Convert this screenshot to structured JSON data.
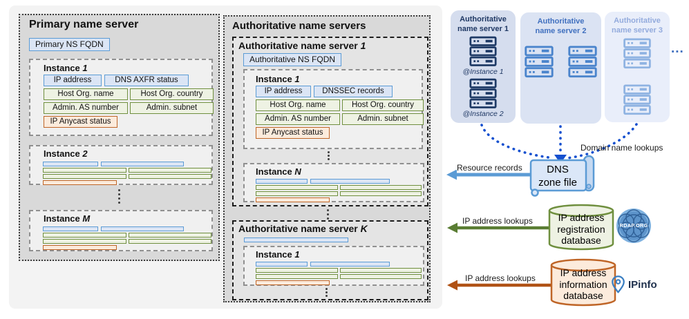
{
  "primary": {
    "title": "Primary name server",
    "fqdn": "Primary NS FQDN",
    "inst1": {
      "label": "Instance",
      "num": "1",
      "fields": {
        "ip": "IP address",
        "axfr": "DNS AXFR status",
        "host_name": "Host Org. name",
        "host_country": "Host Org. country",
        "as_number": "Admin. AS number",
        "subnet": "Admin. subnet",
        "anycast": "IP Anycast status"
      }
    },
    "inst2": {
      "label": "Instance",
      "num": "2"
    },
    "instM": {
      "label": "Instance",
      "num": "M"
    }
  },
  "auth": {
    "title": "Authoritative name servers",
    "ans1": {
      "title_label": "Authoritative name server",
      "num": "1",
      "fqdn": "Authoritative NS FQDN",
      "inst1": {
        "label": "Instance",
        "num": "1",
        "fields": {
          "ip": "IP address",
          "dnssec": "DNSSEC records",
          "host_name": "Host Org. name",
          "host_country": "Host Org. country",
          "as_number": "Admin. AS number",
          "subnet": "Admin. subnet",
          "anycast": "IP Anycast status"
        }
      },
      "instN": {
        "label": "Instance",
        "num": "N"
      }
    },
    "ansK": {
      "title_label": "Authoritative name server",
      "num": "K",
      "inst1": {
        "label": "Instance",
        "num": "1"
      }
    }
  },
  "cloud_servers": [
    {
      "line1": "Authoritative",
      "line2": "name server 1",
      "inst1": "@Instance 1",
      "inst2": "@Instance 2"
    },
    {
      "line1": "Authoritative",
      "line2": "name server 2"
    },
    {
      "line1": "Authoritative",
      "line2": "name server 3"
    }
  ],
  "more": "...",
  "flows": {
    "domain_lookups": "Domain name lookups",
    "resource_records": "Resource records",
    "ip_lookups_rdap": "IP address lookups",
    "ip_lookups_ipinfo": "IP address lookups"
  },
  "zone_file": {
    "line1": "DNS",
    "line2": "zone file"
  },
  "registration_db": {
    "line1": "IP address",
    "line2": "registration",
    "line3": "database"
  },
  "information_db": {
    "line1": "IP address",
    "line2": "information",
    "line3": "database"
  },
  "logos": {
    "rdap": "RDAP.ORG",
    "ipinfo": "IPinfo"
  },
  "colors": {
    "blue_border": "#5b9bd5",
    "blue_fill": "#dbe5f5",
    "green_border": "#6f8f3e",
    "green_fill": "#eef2e3",
    "orange_border": "#bf6527",
    "orange_fill": "#fcebdc",
    "dotted_line": "#1550cf",
    "navy": "#1f3864",
    "box_gray": "#d9d9d9",
    "panel_gray": "#f3f3f3"
  }
}
